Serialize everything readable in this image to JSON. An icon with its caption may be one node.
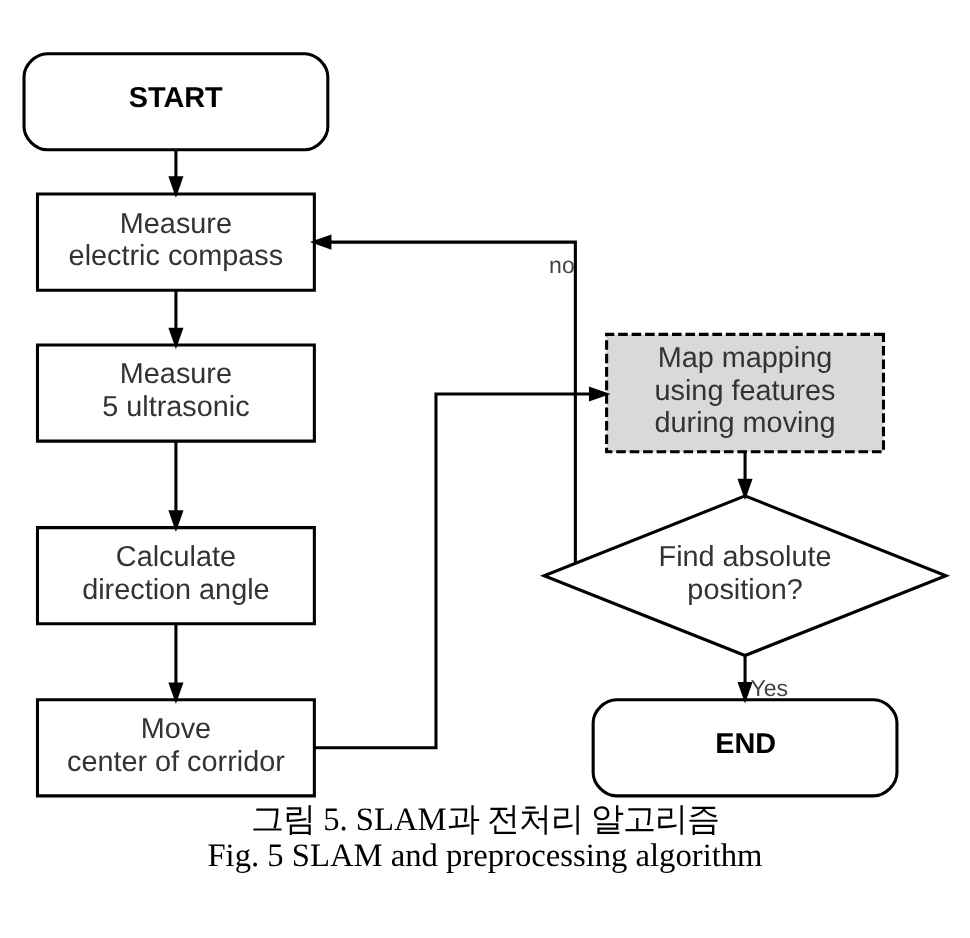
{
  "diagram": {
    "caption": "그림 5. SLAM과 전처리 알고리즘 Fig. 5 SLAM and preprocessing algorithm",
    "nodes": [
      {
        "text": [
          "START"
        ]
      },
      {
        "text": [
          "Measure electric compass"
        ]
      },
      {
        "text": [
          "Measure 5 ultrasonic"
        ]
      },
      {
        "text": [
          "Calculate direction angle"
        ]
      },
      {
        "text": [
          "Move center of corridor"
        ]
      },
      {
        "text": [
          "Map mapping using features during moving"
        ]
      },
      {
        "text": [
          "Find absolute position?"
        ]
      },
      {
        "text": [
          "END"
        ]
      }
    ],
    "edges": [
      {
        "from": 0,
        "to": 1,
        "arrow": "to"
      },
      {
        "from": 1,
        "to": 2,
        "arrow": "to"
      },
      {
        "from": 2,
        "to": 3,
        "arrow": "to"
      },
      {
        "from": 3,
        "to": 4,
        "arrow": "to"
      },
      {
        "from": 4,
        "to": 5,
        "arrow": "to"
      },
      {
        "from": 5,
        "to": 6,
        "arrow": "to"
      },
      {
        "from": 6,
        "to": 7,
        "label": "Yes",
        "arrow": "to"
      },
      {
        "from": 6,
        "to": 1,
        "label": "no",
        "arrow": "to"
      }
    ]
  }
}
